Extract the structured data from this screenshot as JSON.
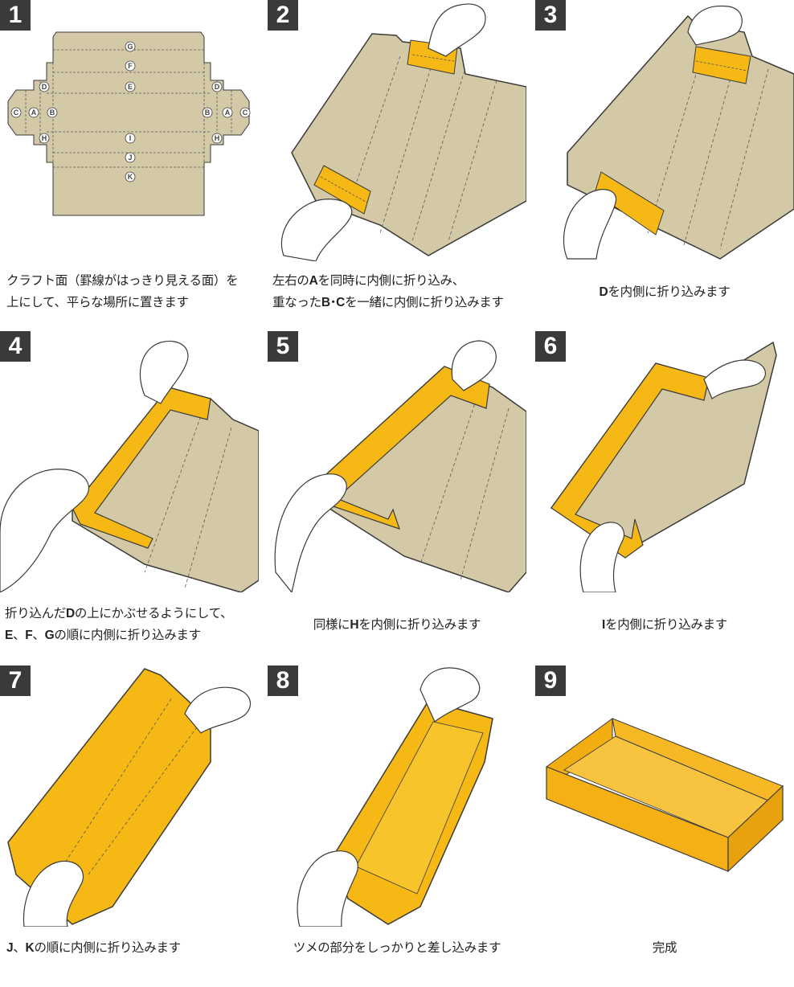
{
  "colors": {
    "kraft": "#d4c9a6",
    "kraft_outline": "#3a3a3a",
    "inner_yellow": "#f5b815",
    "badge": "#3a3a3a"
  },
  "steps": [
    {
      "number": "1",
      "caption": {
        "line1": "クラフト面（罫線がはっきり見える面）を",
        "line2": "上にして、平らな場所に置きます"
      },
      "diagram_labels": [
        "G",
        "F",
        "E",
        "D",
        "D",
        "C",
        "A",
        "B",
        "B",
        "A",
        "C",
        "H",
        "H",
        "I",
        "J",
        "K"
      ]
    },
    {
      "number": "2",
      "caption": {
        "line1": {
          "pre": "左右の",
          "bold1": "A",
          "post": "を同時に内側に折り込み、"
        },
        "line2": {
          "pre": "重なった",
          "bold1": "B",
          "mid": "･",
          "bold2": "C",
          "post": "を一緒に内側に折り込みます"
        }
      }
    },
    {
      "number": "3",
      "caption": {
        "bold1": "D",
        "post": "を内側に折り込みます"
      }
    },
    {
      "number": "4",
      "caption": {
        "line1": {
          "pre": "折り込んだ",
          "bold1": "D",
          "post": "の上にかぶせるようにして、"
        },
        "line2": {
          "bold1": "E",
          "sep1": "、",
          "bold2": "F",
          "sep2": "、",
          "bold3": "G",
          "post": "の順に内側に折り込みます"
        }
      }
    },
    {
      "number": "5",
      "caption": {
        "pre": "同様に",
        "bold1": "H",
        "post": "を内側に折り込みます"
      }
    },
    {
      "number": "6",
      "caption": {
        "bold1": "I",
        "post": "を内側に折り込みます"
      }
    },
    {
      "number": "7",
      "caption": {
        "bold1": "J",
        "sep1": "、",
        "bold2": "K",
        "post": "の順に内側に折り込みます"
      }
    },
    {
      "number": "8",
      "caption": "ツメの部分をしっかりと差し込みます"
    },
    {
      "number": "9",
      "caption": "完成"
    }
  ]
}
